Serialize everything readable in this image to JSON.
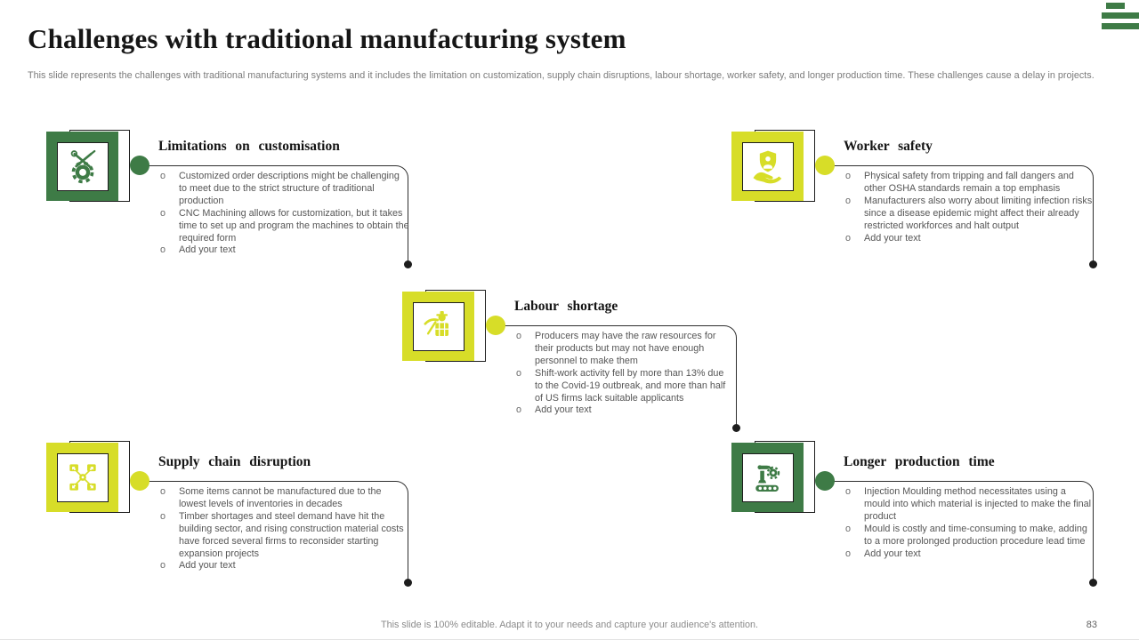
{
  "slide": {
    "title": "Challenges with traditional manufacturing system",
    "subtitle": "This slide represents the challenges with traditional manufacturing systems and it includes the limitation on customization, supply chain disruptions, labour shortage, worker safety, and longer production time. These challenges cause a delay in projects.",
    "footer_note": "This slide is 100% editable. Adapt it to your needs and capture your audience's attention.",
    "page_number": "83"
  },
  "colors": {
    "green": "#3E7B46",
    "lime": "#D7DD28",
    "line": "#2E2E2E",
    "body_text": "#565656"
  },
  "challenges": [
    {
      "title": "Limitations on customisation",
      "color": "green",
      "icon": "gear-wrench-icon",
      "bullets": [
        "Customized order descriptions might be challenging to meet due to the strict structure of traditional production",
        "CNC Machining allows for customization, but it takes time to set up and program the machines to obtain the required form",
        "Add your text"
      ]
    },
    {
      "title": "Worker safety",
      "color": "lime",
      "icon": "hand-shield-icon",
      "bullets": [
        "Physical safety from tripping and fall dangers and other OSHA standards remain a top emphasis",
        "Manufacturers also worry about limiting infection risks since a disease epidemic might affect their already restricted workforces and halt output",
        "Add your text"
      ]
    },
    {
      "title": "Labour shortage",
      "color": "lime",
      "icon": "worker-icon",
      "bullets": [
        "Producers may have the raw resources for their products but may not have enough personnel to make them",
        "Shift-work activity fell by more than 13% due to the Covid-19 outbreak, and more than half of US firms lack suitable applicants",
        "Add your text"
      ]
    },
    {
      "title": "Supply chain disruption",
      "color": "lime",
      "icon": "distribution-network-icon",
      "bullets": [
        "Some items cannot be manufactured due to the lowest levels of inventories in decades",
        "Timber shortages and steel demand have hit the building sector, and rising construction material costs have forced several firms to reconsider starting expansion projects",
        "Add your text"
      ]
    },
    {
      "title": "Longer production time",
      "color": "green",
      "icon": "robotic-arm-icon",
      "bullets": [
        "Injection Moulding method necessitates using a mould into which material is injected to make the final product",
        "Mould is costly and time-consuming to make, adding to a more prolonged production procedure lead time",
        "Add your text"
      ]
    }
  ]
}
